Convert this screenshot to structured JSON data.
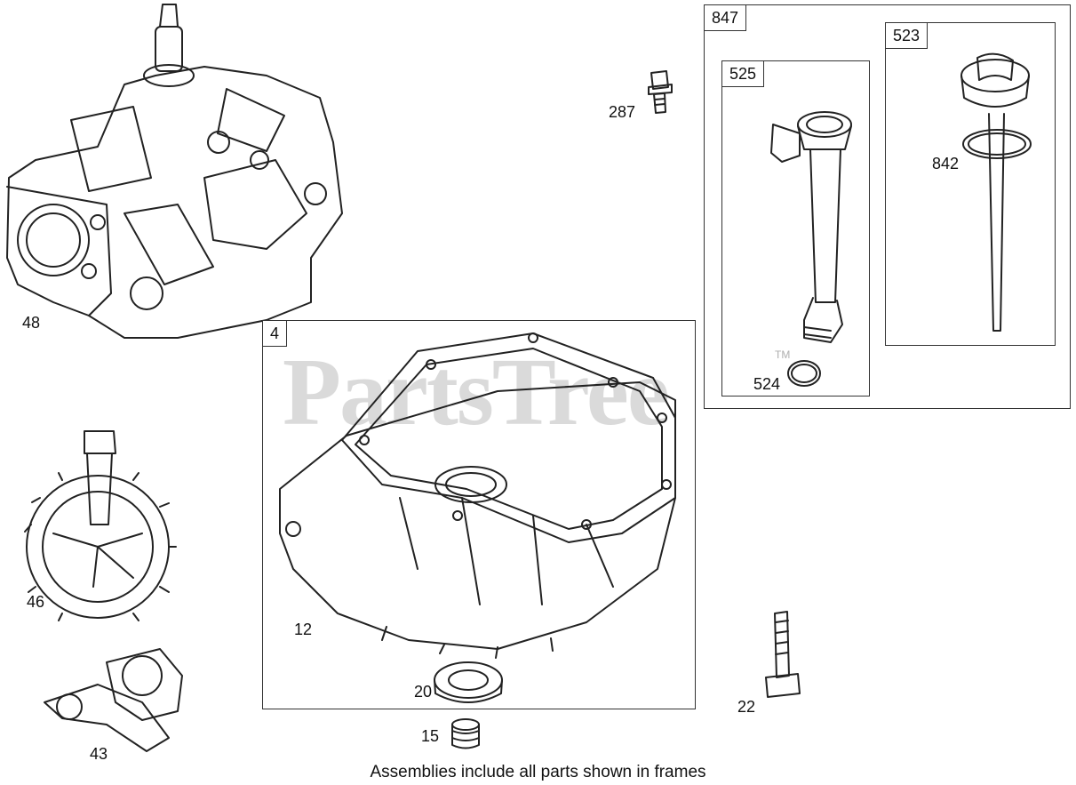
{
  "watermark": {
    "text": "PartsTree",
    "tm": "TM"
  },
  "footer": {
    "note": "Assemblies include all parts shown in frames"
  },
  "frames": {
    "f847": "847",
    "f525": "525",
    "f523": "523",
    "f4": "4"
  },
  "parts": {
    "p48": "48",
    "p287": "287",
    "p842": "842",
    "p524": "524",
    "p46": "46",
    "p12": "12",
    "p20": "20",
    "p15": "15",
    "p43": "43",
    "p22": "22"
  },
  "colors": {
    "line": "#222222",
    "watermark": "#969696",
    "frame": "#333333"
  }
}
